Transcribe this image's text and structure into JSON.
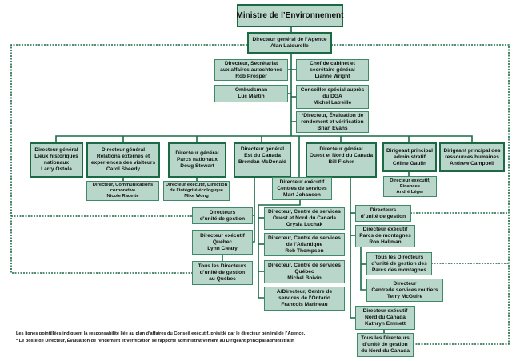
{
  "colors": {
    "box_fill": "#b9d6ca",
    "border": "#1a6a44",
    "line": "#1a6a44"
  },
  "minister": {
    "title": "Ministre de l’Environnement"
  },
  "ceo": {
    "title": "Directeur général de l’Agence",
    "name": "Alan Latourelle"
  },
  "staff": [
    {
      "lines": [
        "Directeur, Secrétariat",
        "aux affaires autochtones",
        "Rob Prosper"
      ]
    },
    {
      "lines": [
        "Ombudsman",
        "Luc Martin"
      ]
    },
    {
      "lines": [
        "Chef de cabinet et",
        "secrétaire général",
        "Lianne Wright"
      ]
    },
    {
      "lines": [
        "Conseiller spécial auprès",
        "du DGA",
        "Michel Latreille"
      ]
    },
    {
      "lines": [
        "*Directeur, Évaluation de",
        "rendement et vérification",
        "Brian Evans"
      ]
    }
  ],
  "executives": [
    {
      "lines": [
        "Directeur général",
        "Lieux historiques",
        "nationaux",
        "Larry Ostola"
      ]
    },
    {
      "lines": [
        "Directeur général",
        "Relations externes et",
        "expériences des visiteurs",
        "Carol Sheedy"
      ]
    },
    {
      "lines": [
        "Directeur général",
        "Parcs nationaux",
        "Doug Stewart"
      ]
    },
    {
      "lines": [
        "Directeur général",
        "Est du Canada",
        "Brendan McDonald"
      ]
    },
    {
      "lines": [
        "Directeur général",
        "Ouest et Nord du Canada",
        "Bill Fisher"
      ]
    },
    {
      "lines": [
        "Dirigeant principal",
        "administratif",
        "Céline Gaulin"
      ]
    },
    {
      "lines": [
        "Dirigeant principal des",
        "ressources humaines",
        "Andrew Campbell"
      ]
    }
  ],
  "sub": {
    "communications": [
      "Directeur, Communications",
      "corporative",
      "Nicole Racette"
    ],
    "integrity": [
      "Directeur exécutif, Direction",
      "de l’intégrité écologique",
      "Mike Wong"
    ],
    "finances": [
      "Directeur exécutif,",
      "Finances",
      "André Léger"
    ],
    "east_fu": [
      "Directeurs",
      "d’unité de gestion"
    ],
    "quebec": [
      "Directeur exécutif",
      "Québec",
      "Lynn Cleary"
    ],
    "quebec_fu": [
      "Tous les Directeurs",
      "d’unité de gestion",
      "au Québec"
    ],
    "service_centres": [
      "Directeur exécutif",
      "Centres de services",
      "Mart Johanson"
    ],
    "sc_west": [
      "Directeur, Centre de services",
      "Ouest et Nord du Canada",
      "Orysia Luchak"
    ],
    "sc_atlantic": [
      "Directeur, Centre de services",
      "de l’Atlantique",
      "Rob Thompson"
    ],
    "sc_quebec": [
      "Directeur, Centre de services",
      "Québec",
      "Michel Boivin"
    ],
    "sc_ontario": [
      "A/Directeur, Centre de",
      "services de l’Ontario",
      "François Marineau"
    ],
    "west_fu": [
      "Directeurs",
      "d’unité de gestion"
    ],
    "mountain": [
      "Directeur exécutif",
      "Parcs de montagnes",
      "Ron Hallman"
    ],
    "mountain_fu": [
      "Tous les Directeurs",
      "d’unité de gestion des",
      "Parcs des montagnes"
    ],
    "roads": [
      "Directeur",
      "Centrede services routiers",
      "Terry McGuire"
    ],
    "north": [
      "Directeur exécutif",
      "Nord du Canada",
      "Kathryn Emmett"
    ],
    "north_fu": [
      "Tous les Directeurs",
      "d’unité de gestion",
      "du Nord du Canada"
    ]
  },
  "footer": {
    "note1": "Les lignes pointillées indiquent la responsabilité liée au plan d’affaires du Conseil exécutif, présidé par le directeur général de l’Agence.",
    "note2": "* Le poste de Directeur, Évaluation de rendement et vérification se rapporte administrativement au Dirigeant principal administratif."
  }
}
